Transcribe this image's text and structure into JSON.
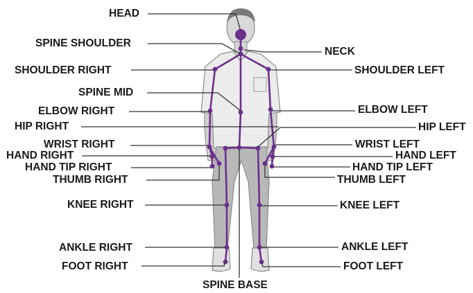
{
  "labels": {
    "head": "HEAD",
    "spine_shoulder": "SPINE SHOULDER",
    "neck": "NECK",
    "shoulder_right": "SHOULDER RIGHT",
    "shoulder_left": "SHOULDER LEFT",
    "spine_mid": "SPINE MID",
    "elbow_right": "ELBOW RIGHT",
    "elbow_left": "ELBOW LEFT",
    "hip_right": "HIP RIGHT",
    "hip_left": "HIP LEFT",
    "wrist_right": "WRIST RIGHT",
    "wrist_left": "WRIST LEFT",
    "hand_right": "HAND RIGHT",
    "hand_left": "HAND LEFT",
    "hand_tip_right": "HAND TIP RIGHT",
    "hand_tip_left": "HAND TIP LEFT",
    "thumb_right": "THUMB RIGHT",
    "thumb_left": "THUMB LEFT",
    "knee_right": "KNEE RIGHT",
    "knee_left": "KNEE LEFT",
    "ankle_right": "ANKLE RIGHT",
    "ankle_left": "ANKLE LEFT",
    "foot_right": "FOOT RIGHT",
    "foot_left": "FOOT LEFT",
    "spine_base": "SPINE BASE"
  },
  "colors": {
    "skeleton": "#6b2f8c",
    "leader_line": "#333333",
    "figure_fill": "#d4d4d4",
    "figure_outline": "#8a8a8a",
    "shirt_fill": "#ececec",
    "pants_fill": "#b8b8b8"
  }
}
